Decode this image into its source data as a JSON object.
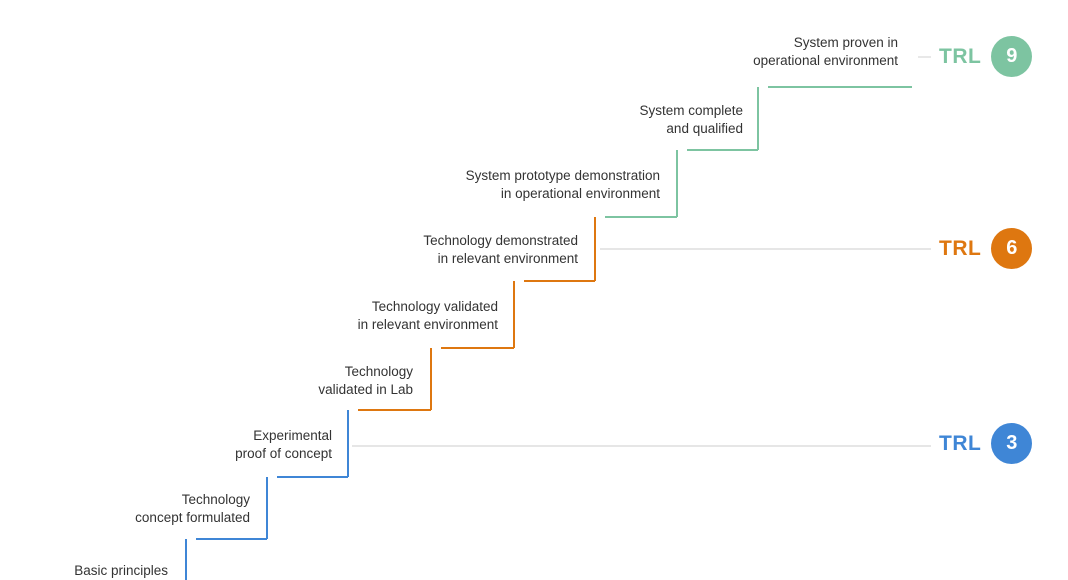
{
  "colors": {
    "green": "#7DC4A1",
    "orange": "#DE7710",
    "blue": "#3F86D6",
    "guide": "#D8D8D8",
    "text": "#333333"
  },
  "steps": [
    {
      "level": 1,
      "line1": "Basic principles",
      "line2": "",
      "group": "blue"
    },
    {
      "level": 2,
      "line1": "Technology",
      "line2": "concept formulated",
      "group": "blue"
    },
    {
      "level": 3,
      "line1": "Experimental",
      "line2": "proof of concept",
      "group": "blue"
    },
    {
      "level": 4,
      "line1": "Technology",
      "line2": "validated in Lab",
      "group": "orange"
    },
    {
      "level": 5,
      "line1": "Technology validated",
      "line2": "in relevant environment",
      "group": "orange"
    },
    {
      "level": 6,
      "line1": "Technology demonstrated",
      "line2": "in relevant environment",
      "group": "orange"
    },
    {
      "level": 7,
      "line1": "System prototype demonstration",
      "line2": "in operational environment",
      "group": "green"
    },
    {
      "level": 8,
      "line1": "System complete",
      "line2": "and qualified",
      "group": "green"
    },
    {
      "level": 9,
      "line1": "System proven in",
      "line2": "operational environment",
      "group": "green"
    }
  ],
  "markers": [
    {
      "label": "TRL",
      "number": "9",
      "level": 9,
      "group": "green"
    },
    {
      "label": "TRL",
      "number": "6",
      "level": 6,
      "group": "orange"
    },
    {
      "label": "TRL",
      "number": "3",
      "level": 3,
      "group": "blue"
    }
  ]
}
